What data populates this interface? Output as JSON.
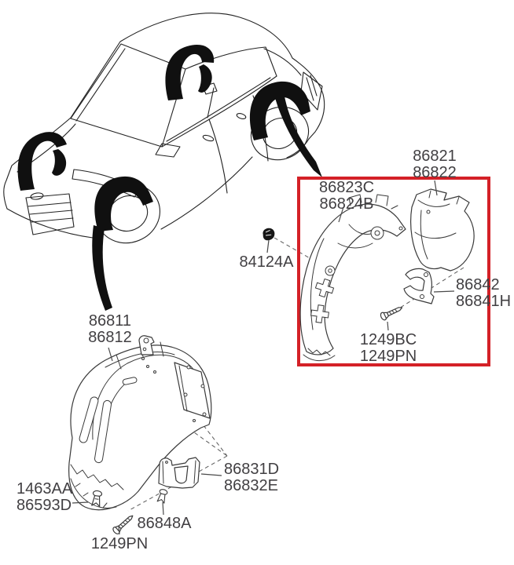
{
  "diagram": {
    "type": "exploded-parts-diagram",
    "subject": "wheel guard / fender liner parts",
    "background_color": "#ffffff",
    "highlight_color": "#d42127",
    "line_color": "#2b2b2b",
    "label_color": "#413f42"
  },
  "callouts": [
    {
      "id": "86821-86822",
      "lines": [
        "86821",
        "86822"
      ]
    },
    {
      "id": "86823C-86824B",
      "lines": [
        "86823C",
        "86824B"
      ]
    },
    {
      "id": "84124A",
      "lines": [
        "84124A"
      ]
    },
    {
      "id": "86842-86841H",
      "lines": [
        "86842",
        "86841H"
      ]
    },
    {
      "id": "1249BC-1249PN",
      "lines": [
        "1249BC",
        "1249PN"
      ]
    },
    {
      "id": "86811-86812",
      "lines": [
        "86811",
        "86812"
      ]
    },
    {
      "id": "86831D-86832E",
      "lines": [
        "86831D",
        "86832E"
      ]
    },
    {
      "id": "1463AA-86593D",
      "lines": [
        "1463AA",
        "86593D"
      ]
    },
    {
      "id": "86848A",
      "lines": [
        "86848A"
      ]
    },
    {
      "id": "1249PN",
      "lines": [
        "1249PN"
      ]
    }
  ]
}
